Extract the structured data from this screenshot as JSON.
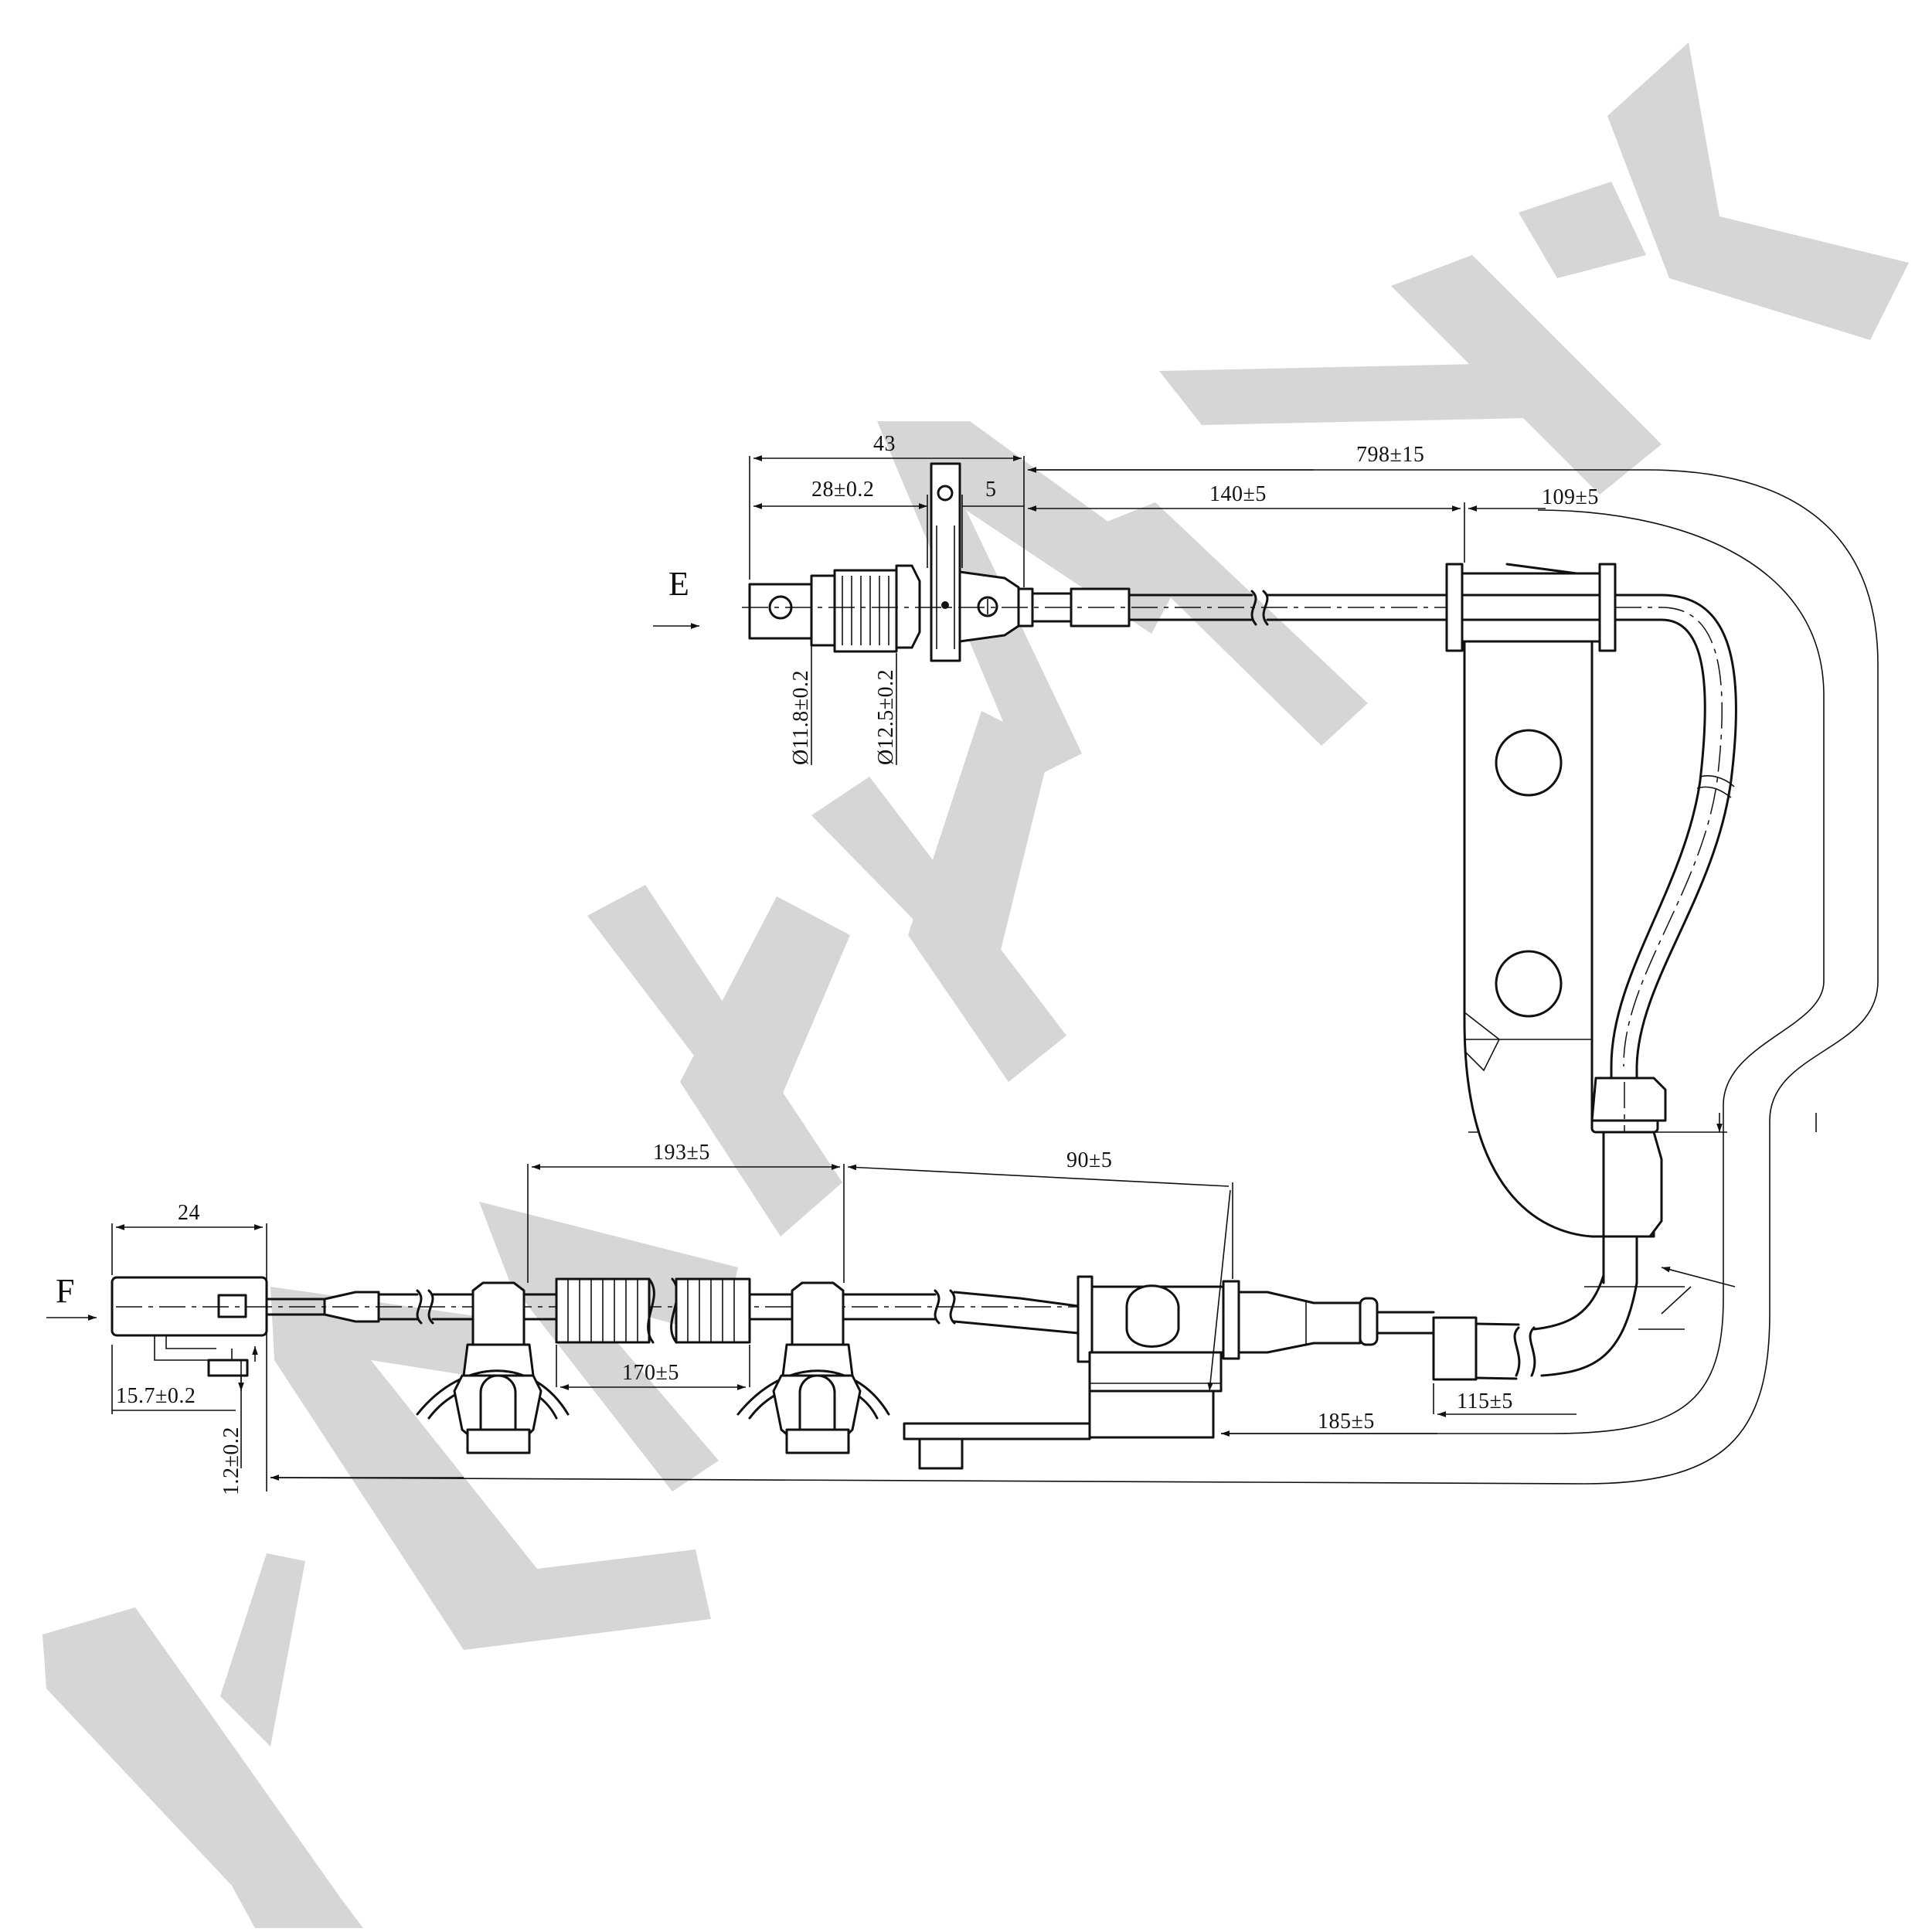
{
  "watermark": {
    "color": "#d6d6d6"
  },
  "views": {
    "e": "E",
    "f": "F"
  },
  "dimensions": {
    "d43": "43",
    "d28": "28±0.2",
    "d5": "5",
    "d798": "798±15",
    "d140": "140±5",
    "d109": "109±5",
    "d118": "Ø11.8±0.2",
    "d125": "Ø12.5±0.2",
    "d193": "193±5",
    "d90": "90±5",
    "d24": "24",
    "d170": "170±5",
    "d157": "15.7±0.2",
    "d12": "1.2±0.2",
    "d185": "185±5",
    "d115": "115±5"
  }
}
